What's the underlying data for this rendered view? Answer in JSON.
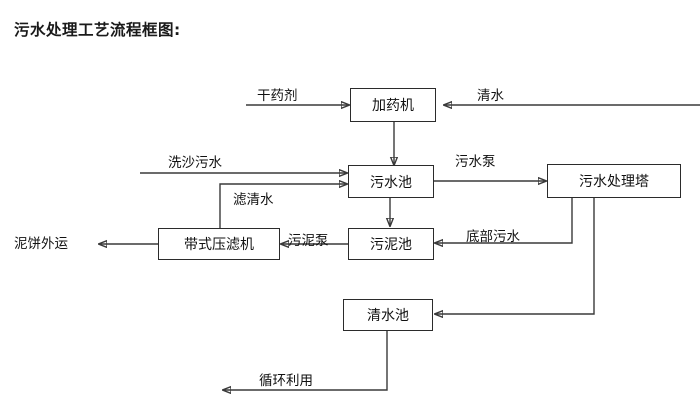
{
  "title": "污水处理工艺流程框图:",
  "diagram": {
    "type": "flowchart",
    "nodes": [
      {
        "id": "dosing_machine",
        "label": "加药机"
      },
      {
        "id": "wastewater_pool",
        "label": "污水池"
      },
      {
        "id": "treatment_tower",
        "label": "污水处理塔"
      },
      {
        "id": "belt_filter_press",
        "label": "带式压滤机"
      },
      {
        "id": "sludge_pool",
        "label": "污泥池"
      },
      {
        "id": "clean_water_pool",
        "label": "清水池"
      }
    ],
    "edge_labels": {
      "dry_chemical": "干药剂",
      "clean_water_in": "清水",
      "sand_wash_wastewater": "洗沙污水",
      "filtered_clear_water": "滤清水",
      "wastewater_pump": "污水泵",
      "mud_cake_transport": "泥饼外运",
      "sludge_pump": "污泥泵",
      "bottom_wastewater": "底部污水",
      "recycle_use": "循环利用"
    }
  }
}
